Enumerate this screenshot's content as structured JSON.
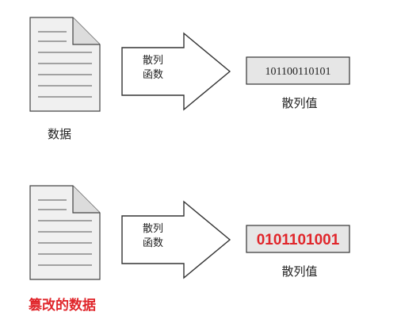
{
  "rows": [
    {
      "data_label": "数据",
      "function_label_line1": "散列",
      "function_label_line2": "函数",
      "hash_value": "101100110101",
      "hash_label": "散列值",
      "tampered": false
    },
    {
      "data_label": "篡改的数据",
      "function_label_line1": "散列",
      "function_label_line2": "函数",
      "hash_value": "0101101001",
      "hash_label": "散列值",
      "tampered": true
    }
  ],
  "colors": {
    "line": "#333333",
    "doc_fill": "#f0f0f0",
    "hash_box_fill": "#e6e6e6",
    "tampered_text": "#e0262b"
  }
}
